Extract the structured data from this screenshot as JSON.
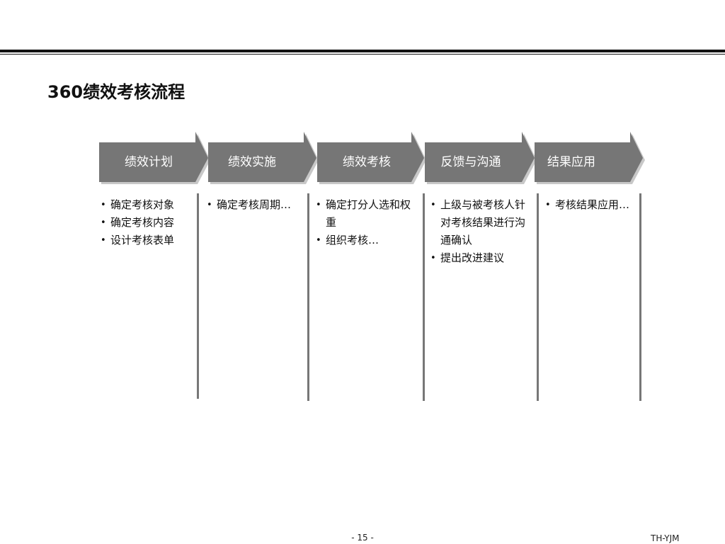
{
  "title": "360绩效考核流程",
  "steps": [
    {
      "label": "绩效计划",
      "items": [
        "确定考核对象",
        "确定考核内容",
        "设计考核表单"
      ]
    },
    {
      "label": "绩效实施",
      "items": [
        "确定考核周期…"
      ]
    },
    {
      "label": "绩效考核",
      "items": [
        "确定打分人选和权重",
        "组织考核…"
      ]
    },
    {
      "label": "反馈与沟通",
      "items": [
        "上级与被考核人针对考核结果进行沟通确认",
        "提出改进建议"
      ]
    },
    {
      "label": "结果应用",
      "items": [
        "考核结果应用…"
      ]
    }
  ],
  "footer": {
    "page": "- 15 -",
    "author": "TH-YJM"
  },
  "colors": {
    "arrow": "#767676",
    "arrow_shadow": "#c8c8c8",
    "divider": "#777777"
  }
}
